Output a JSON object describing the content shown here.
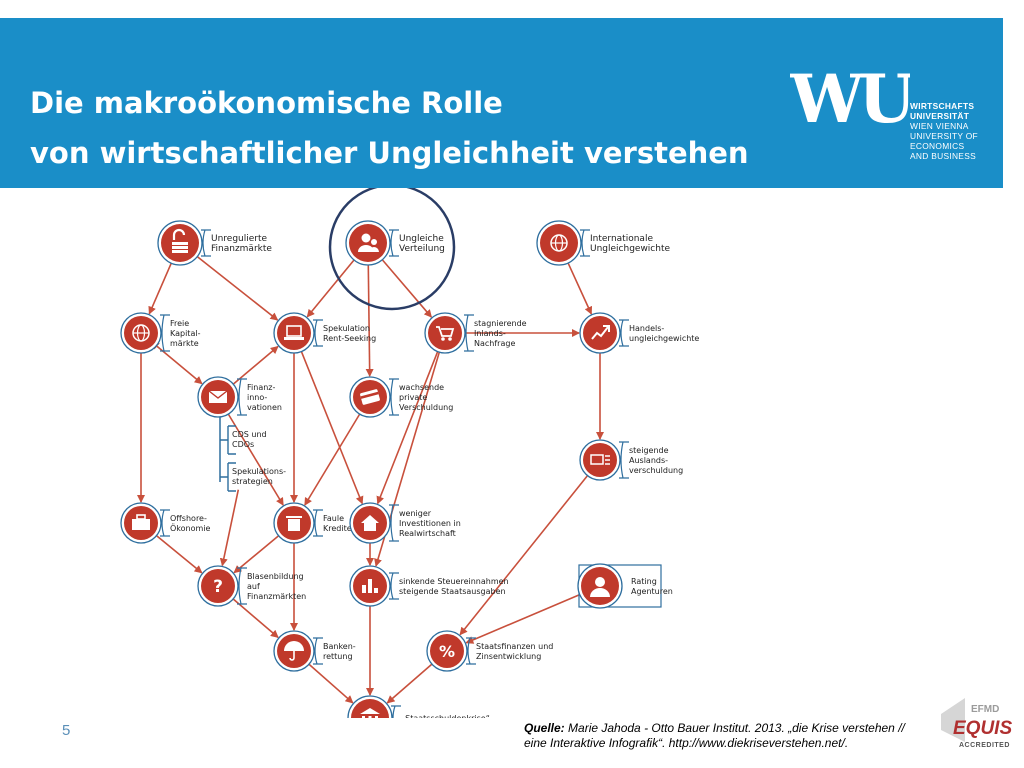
{
  "header": {
    "title_line1": "Die makroökonomische Rolle",
    "title_line2": "von wirtschaftlicher Ungleichheit verstehen",
    "logo": {
      "mark": "WU",
      "lines": [
        "WIRTSCHAFTS",
        "UNIVERSITÄT",
        "WIEN VIENNA",
        "UNIVERSITY OF",
        "ECONOMICS",
        "AND BUSINESS"
      ]
    }
  },
  "diagram": {
    "colors": {
      "accent": "#c0392b",
      "icon": "#c0392b",
      "bracket": "#2e6e9e",
      "highlight": "#2a3d66",
      "arrow": "#c8503c"
    },
    "nodes": {
      "unreguliert": {
        "icon": "unlock-stack-icon",
        "lines": [
          "Unregulierte",
          "Finanzmärkte"
        ]
      },
      "ungleich": {
        "icon": "people-icon",
        "lines": [
          "Ungleiche",
          "Verteilung"
        ]
      },
      "international": {
        "icon": "globe-icon",
        "lines": [
          "Internationale",
          "Ungleichgewichte"
        ]
      },
      "freie": {
        "icon": "globe-icon",
        "lines": [
          "Freie",
          "Kapital-",
          "märkte"
        ]
      },
      "spekulation": {
        "icon": "laptop-icon",
        "lines": [
          "Spekulation",
          "Rent-Seeking"
        ]
      },
      "stagnierende": {
        "icon": "cart-icon",
        "lines": [
          "stagnierende",
          "Inlands-",
          "Nachfrage"
        ]
      },
      "handels": {
        "icon": "chart-arrow-icon",
        "lines": [
          "Handels-",
          "ungleichgewichte"
        ]
      },
      "finanz": {
        "icon": "envelope-icon",
        "lines": [
          "Finanz-",
          "inno-",
          "vationen"
        ]
      },
      "cds": {
        "lines": [
          "CDS und",
          "CDOs"
        ]
      },
      "spekstrat": {
        "lines": [
          "Spekulations-",
          "strategien"
        ]
      },
      "wachsende": {
        "icon": "credit-card-icon",
        "lines": [
          "wachsende",
          "private",
          "Verschuldung"
        ]
      },
      "steigende": {
        "icon": "money-icon",
        "lines": [
          "steigende",
          "Auslands-",
          "verschuldung"
        ]
      },
      "offshore": {
        "icon": "briefcase-icon",
        "lines": [
          "Offshore-",
          "Ökonomie"
        ]
      },
      "faule": {
        "icon": "trash-icon",
        "lines": [
          "Faule",
          "Kredite"
        ]
      },
      "weniger": {
        "icon": "house-icon",
        "lines": [
          "weniger",
          "Investitionen in",
          "Realwirtschaft"
        ]
      },
      "blasen": {
        "icon": "question-bubble-icon",
        "lines": [
          "Blasenbildung",
          "auf",
          "Finanzmärkten"
        ]
      },
      "sinkende": {
        "icon": "bar-chart-icon",
        "lines": [
          "sinkende Steuereinnahmen",
          "steigende Staatsausgaben"
        ]
      },
      "rating": {
        "icon": "businessman-icon",
        "lines": [
          "Rating",
          "Agenturen"
        ]
      },
      "banken": {
        "icon": "umbrella-icon",
        "lines": [
          "Banken-",
          "rettung"
        ]
      },
      "staatsfin": {
        "icon": "percent-icon",
        "lines": [
          "Staatsfinanzen und",
          "Zinsentwicklung"
        ]
      },
      "krise": {
        "icon": "bank-building-icon",
        "lines": [
          "„Staatsschuldenkrise“"
        ]
      }
    }
  },
  "footer": {
    "page_number": "5",
    "source_label": "Quelle:",
    "source_line1": " Marie Jahoda - Otto Bauer Institut. 2013. „die Krise verstehen //",
    "source_line2": "eine Interaktive Infografik“. http://www.diekriseverstehen.net/.",
    "accreditation": {
      "top": "EFMD",
      "main": "EQUIS",
      "bottom": "ACCREDITED"
    }
  }
}
